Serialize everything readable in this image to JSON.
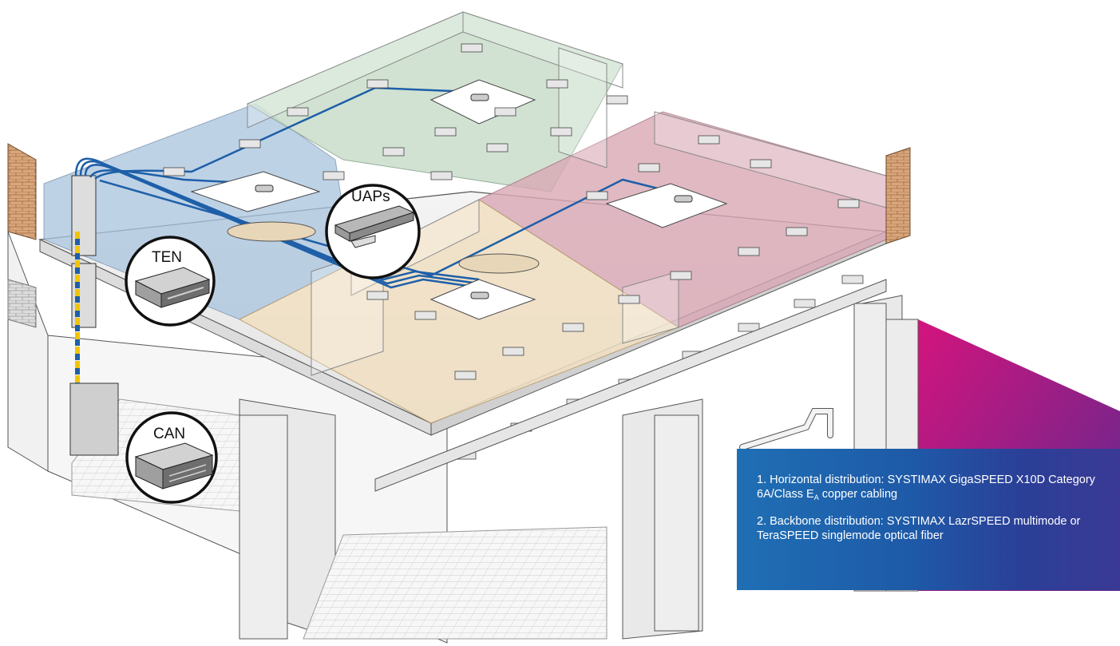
{
  "callouts": {
    "uaps": "UAPs",
    "ten": "TEN",
    "can": "CAN"
  },
  "legend": {
    "item1_pre": "1. Horizontal distribution: SYSTIMAX GigaSPEED X10D Category 6A/Class E",
    "item1_sub": "A",
    "item1_post": " copper cabling",
    "item2": "2. Backbone distribution: SYSTIMAX LazrSPEED multimode or TeraSPEED singlemode optical fiber"
  },
  "colors": {
    "zone_blue": "#a9c4de",
    "zone_green": "#c6dcc8",
    "zone_pink": "#d9a8b5",
    "zone_beige": "#f1e0c2",
    "cable_blue": "#1e5fa8",
    "legend_bg_start": "#1f6fb4",
    "legend_bg_end": "#3a3a95",
    "accent_magenta": "#c2197f"
  }
}
